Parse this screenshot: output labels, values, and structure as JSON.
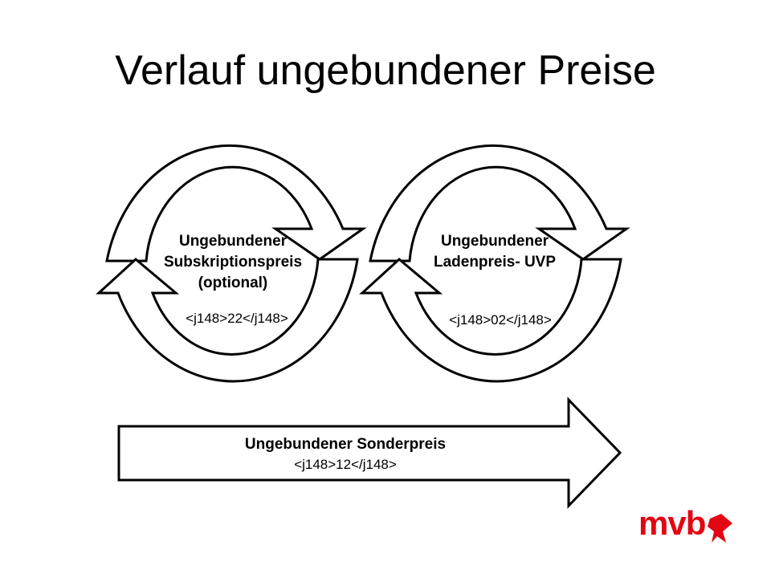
{
  "title": "Verlauf ungebundener Preise",
  "cycles": [
    {
      "label_line1": "Ungebundener",
      "label_line2": "Subskriptionspreis",
      "label_line3": "(optional)",
      "code": "<j148>22</j148>"
    },
    {
      "label_line1": "Ungebundener",
      "label_line2": "Ladenpreis- UVP",
      "code": "<j148>02</j148>"
    }
  ],
  "arrow": {
    "label": "Ungebundener Sonderpreis",
    "code": "<j148>12</j148>"
  },
  "logo": {
    "text": "mvb",
    "color": "#e30613",
    "icon": "mvb-logo-arrow-icon"
  }
}
